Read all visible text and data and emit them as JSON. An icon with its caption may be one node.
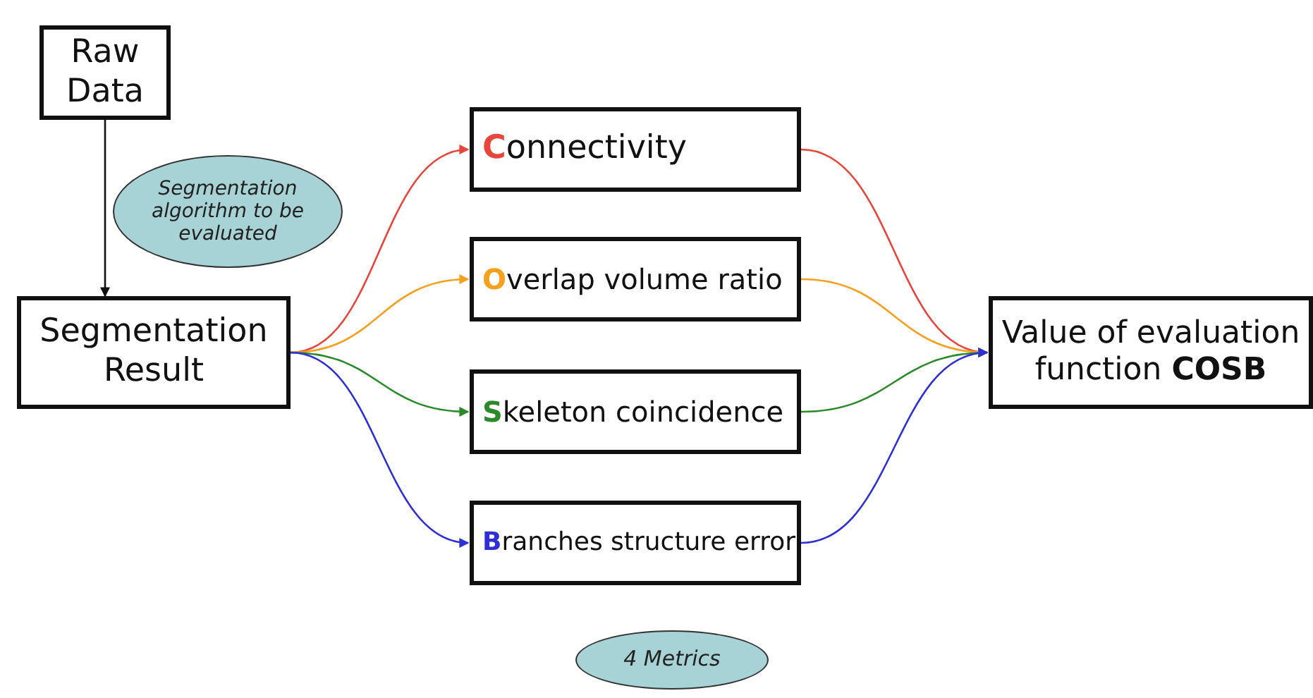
{
  "diagram": {
    "nodes": [
      {
        "text": [
          "Raw Data"
        ]
      },
      {
        "text": [
          "Segmentation Result"
        ]
      },
      {
        "text": [
          "**C**onnectivity"
        ]
      },
      {
        "text": [
          "**O**verlap volume ratio"
        ]
      },
      {
        "text": [
          "**S**keleton coincidence"
        ]
      },
      {
        "text": [
          "**B**ranches structure error"
        ]
      },
      {
        "text": [
          "Value of evaluation function **COSB**"
        ]
      },
      {
        "text": [
          "Segmentation algorithm to be evaluated"
        ]
      },
      {
        "text": [
          "4 Metrics"
        ]
      }
    ],
    "edges": [
      {
        "from": 0,
        "to": 1,
        "arrow": "to",
        "color": "#111111"
      },
      {
        "from": 1,
        "to": 2,
        "arrow": "to",
        "color": "#e8453c"
      },
      {
        "from": 1,
        "to": 3,
        "arrow": "to",
        "color": "#f5a01e"
      },
      {
        "from": 1,
        "to": 4,
        "arrow": "to",
        "color": "#2a8a2a"
      },
      {
        "from": 1,
        "to": 5,
        "arrow": "to",
        "color": "#2f2fd6"
      },
      {
        "from": 2,
        "to": 6,
        "arrow": "to",
        "color": "#e8453c"
      },
      {
        "from": 3,
        "to": 6,
        "arrow": "to",
        "color": "#f5a01e"
      },
      {
        "from": 4,
        "to": 6,
        "arrow": "to",
        "color": "#2a8a2a"
      },
      {
        "from": 5,
        "to": 6,
        "arrow": "to",
        "color": "#2f2fd6"
      }
    ]
  }
}
